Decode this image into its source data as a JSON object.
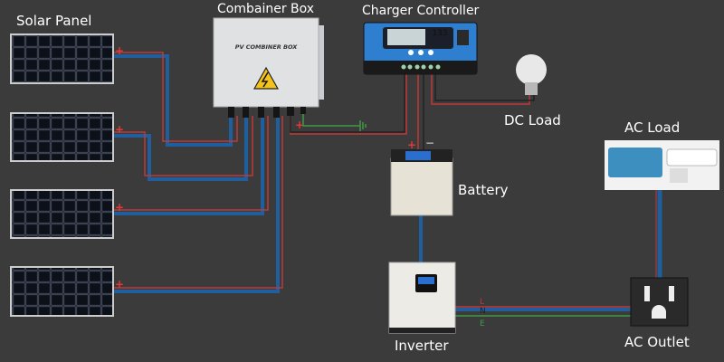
{
  "labels": {
    "solar_panel": "Solar Panel",
    "combiner_box": "Combainer Box",
    "combiner_box_print": "PV COMBINER BOX",
    "charger_controller": "Charger Controller",
    "controller_display": "133",
    "dc_load": "DC Load",
    "ac_load": "AC Load",
    "battery": "Battery",
    "inverter": "Inverter",
    "ac_outlet": "AC Outlet",
    "plus": "+",
    "minus": "−",
    "line_l": "L",
    "line_n": "N",
    "line_e": "E"
  },
  "colors": {
    "background": "#3b3b3b",
    "positive_wire": "#c0393b",
    "negative_wire": "#1f5f9e",
    "ground_wire": "#3f9a45",
    "neutral_wire": "#1f5f9e"
  }
}
